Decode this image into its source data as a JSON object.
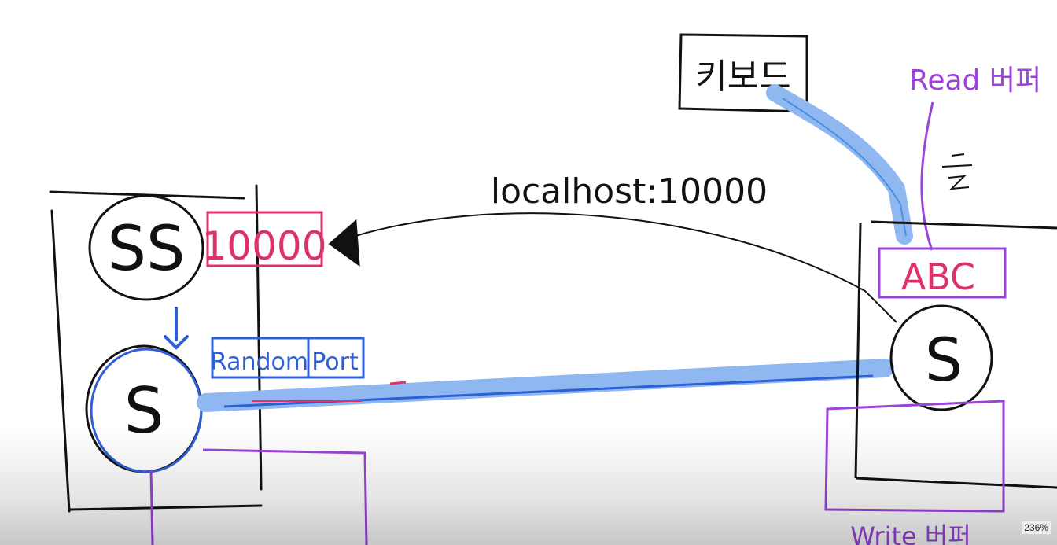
{
  "labels": {
    "keyboard": "키보드",
    "read_buffer": "Read 버퍼",
    "localhost": "localhost:10000",
    "port": "10000",
    "server_socket": "SS",
    "socket_left": "S",
    "socket_right": "S",
    "random": "Random",
    "port_word": "Port",
    "abc": "ABC",
    "write_buffer": "Write 버퍼"
  },
  "status": {
    "zoom": "236%"
  },
  "colors": {
    "ink": "#111111",
    "pink": "#e0306a",
    "blue": "#2f5fd6",
    "light_blue": "#8fb8f0",
    "purple": "#9b45d8"
  }
}
